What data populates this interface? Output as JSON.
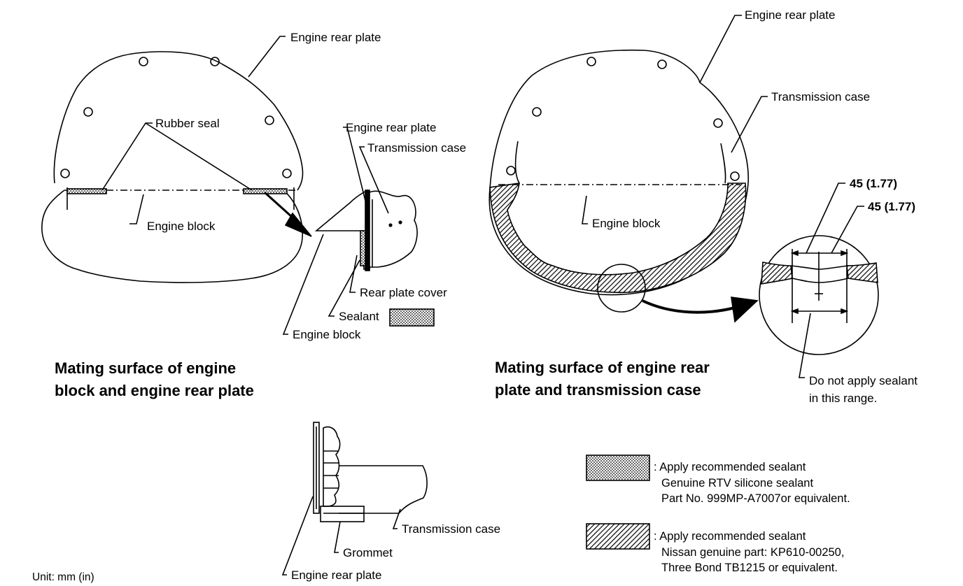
{
  "labels": {
    "engine_rear_plate_1": "Engine rear plate",
    "rubber_seal": "Rubber seal",
    "engine_block_1": "Engine block",
    "engine_rear_plate_2": "Engine rear plate",
    "transmission_case_1": "Transmission case",
    "rear_plate_cover": "Rear plate cover",
    "sealant": "Sealant",
    "engine_block_2": "Engine block",
    "engine_rear_plate_3": "Engine rear plate",
    "transmission_case_2": "Transmission case",
    "engine_block_3": "Engine block",
    "dim_1": "45 (1.77)",
    "dim_2": "45 (1.77)",
    "no_sealant_line1": "Do not apply sealant",
    "no_sealant_line2": "in this range.",
    "transmission_case_3": "Transmission case",
    "grommet": "Grommet",
    "engine_rear_plate_4": "Engine rear plate",
    "unit": "Unit: mm (in)"
  },
  "captions": {
    "left_line1": "Mating surface of engine",
    "left_line2": "block and engine rear plate",
    "right_line1": "Mating surface of engine rear",
    "right_line2": "plate and transmission case"
  },
  "legend": [
    {
      "pattern": "dotted",
      "lines": [
        ": Apply recommended sealant",
        "Genuine RTV silicone sealant",
        "Part No. 999MP-A7007or equivalent."
      ]
    },
    {
      "pattern": "hatched",
      "lines": [
        ": Apply recommended sealant",
        "Nissan genuine part: KP610-00250,",
        "Three Bond TB1215 or equivalent."
      ]
    }
  ]
}
